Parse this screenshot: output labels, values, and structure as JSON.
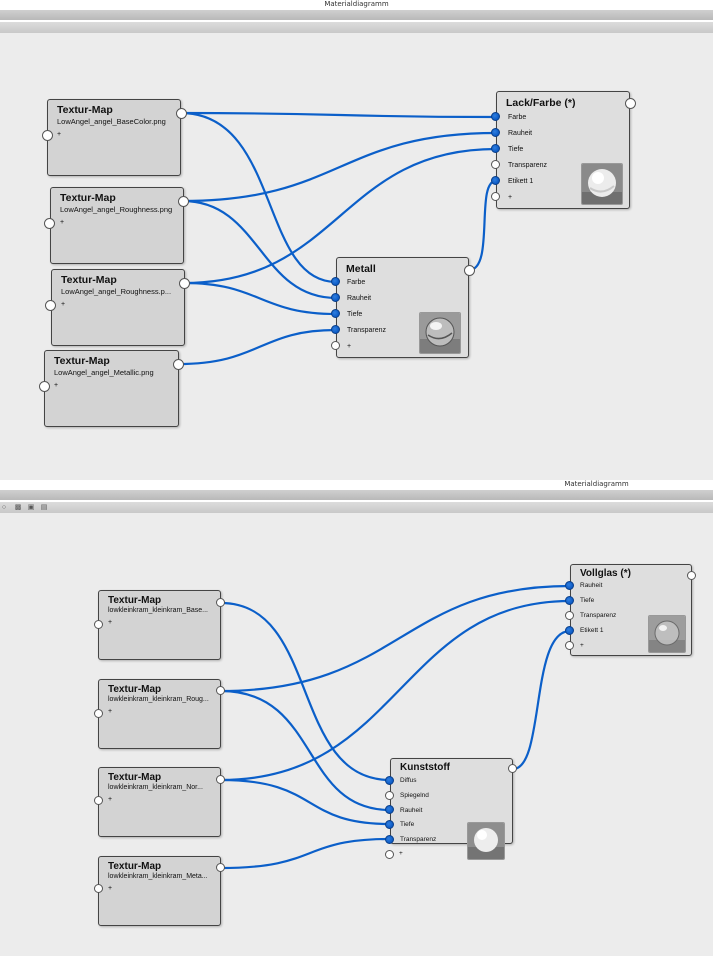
{
  "panel1": {
    "window_title": "Materialdiagramm",
    "nodes": {
      "tex1": {
        "title": "Textur-Map",
        "file": "LowAngel_angel_BaseColor.png"
      },
      "tex2": {
        "title": "Textur-Map",
        "file": "LowAngel_angel_Roughness.png"
      },
      "tex3": {
        "title": "Textur-Map",
        "file": "LowAngel_angel_Roughness.p..."
      },
      "tex4": {
        "title": "Textur-Map",
        "file": "LowAngel_angel_Metallic.png"
      },
      "lack": {
        "title": "Lack/Farbe (*)",
        "ports": [
          "Farbe",
          "Rauheit",
          "Tiefe",
          "Transparenz",
          "Etikett 1"
        ]
      },
      "metall": {
        "title": "Metall",
        "ports": [
          "Farbe",
          "Rauheit",
          "Tiefe",
          "Transparenz"
        ]
      }
    },
    "plus": "+"
  },
  "panel2": {
    "window_title": "Materialdiagramm",
    "toolbar_icons": [
      "link-icon",
      "hierarchy-icon",
      "fit-view-icon",
      "layout-icon"
    ],
    "nodes": {
      "tex1": {
        "title": "Textur-Map",
        "file": "lowkleinkram_kleinkram_Base..."
      },
      "tex2": {
        "title": "Textur-Map",
        "file": "lowkleinkram_kleinkram_Roug..."
      },
      "tex3": {
        "title": "Textur-Map",
        "file": "lowkleinkram_kleinkram_Nor..."
      },
      "tex4": {
        "title": "Textur-Map",
        "file": "lowkleinkram_kleinkram_Meta..."
      },
      "vollglas": {
        "title": "Vollglas (*)",
        "ports": [
          "Rauheit",
          "Tiefe",
          "Transparenz",
          "Etikett 1"
        ]
      },
      "kunststoff": {
        "title": "Kunststoff",
        "ports": [
          "Diffus",
          "Spiegelnd",
          "Rauheit",
          "Tiefe",
          "Transparenz"
        ]
      }
    },
    "plus": "+"
  },
  "colors": {
    "wire": "#0b5fc9",
    "canvas": "#ececec",
    "node_texture": "#d3d3d3",
    "node_material": "#dedede"
  }
}
